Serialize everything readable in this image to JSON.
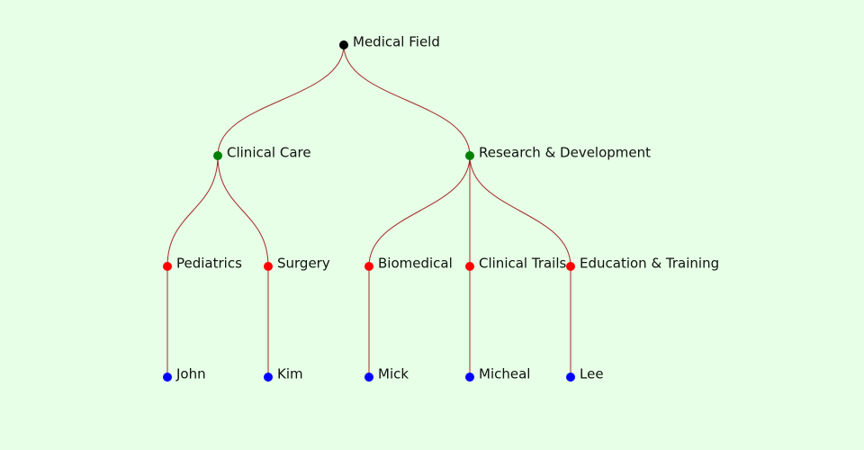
{
  "colors": {
    "background": "#e6ffe6",
    "link": "#a52a2a",
    "level_colors": [
      "#000000",
      "#008000",
      "#ff0000",
      "#0000ff"
    ]
  },
  "tree": {
    "label": "Medical Field",
    "children": [
      {
        "label": "Clinical Care",
        "children": [
          {
            "label": "Pediatrics",
            "children": [
              {
                "label": "John"
              }
            ]
          },
          {
            "label": "Surgery",
            "children": [
              {
                "label": "Kim"
              }
            ]
          }
        ]
      },
      {
        "label": "Research & Development",
        "children": [
          {
            "label": "Biomedical",
            "children": [
              {
                "label": "Mick"
              }
            ]
          },
          {
            "label": "Clinical Trails",
            "children": [
              {
                "label": "Micheal"
              }
            ]
          },
          {
            "label": "Education & Training",
            "children": [
              {
                "label": "Lee"
              }
            ]
          }
        ]
      }
    ]
  }
}
